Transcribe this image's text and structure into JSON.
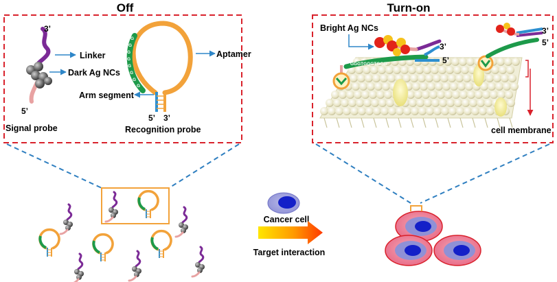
{
  "panels": {
    "off": {
      "title": "Off",
      "labels": {
        "three_prime_signal": "3’",
        "five_prime_signal": "5’",
        "linker": "Linker",
        "dark_ag": "Dark Ag NCs",
        "arm_segment": "Arm segment",
        "aptamer": "Aptamer",
        "five_prime_recog": "5’",
        "three_prime_recog": "3’",
        "signal_probe": "Signal probe",
        "recognition_probe": "Recognition probe"
      }
    },
    "turn_on": {
      "title": "Turn-on",
      "labels": {
        "bright_ag": "Bright Ag NCs",
        "three_prime_a": "3’",
        "five_prime_a": "5’",
        "three_prime_b": "3’",
        "five_prime_b": "5’",
        "sequence": "GGGTGGGTGGG",
        "cell_membrane": "cell membrane"
      }
    }
  },
  "center": {
    "cancer_cell": "Cancer cell",
    "target_interaction": "Target interaction"
  },
  "colors": {
    "frame_red": "#d9212b",
    "dash_blue": "#2f7fc0",
    "arrow_blue": "#2e86c8",
    "linker_purple": "#7b2a96",
    "arm_pink": "#e8a2a2",
    "aptamer_orange": "#f2a23a",
    "stem_blue": "#2d8fd0",
    "green_seq": "#1d9a4a",
    "cell_pink": "#ec6f8c",
    "nucleus_blue": "#1420c8",
    "membrane_beige": "#e9e6c8",
    "bright_ag_red": "#e2231a",
    "bright_ag_yellow": "#f6c21c"
  }
}
